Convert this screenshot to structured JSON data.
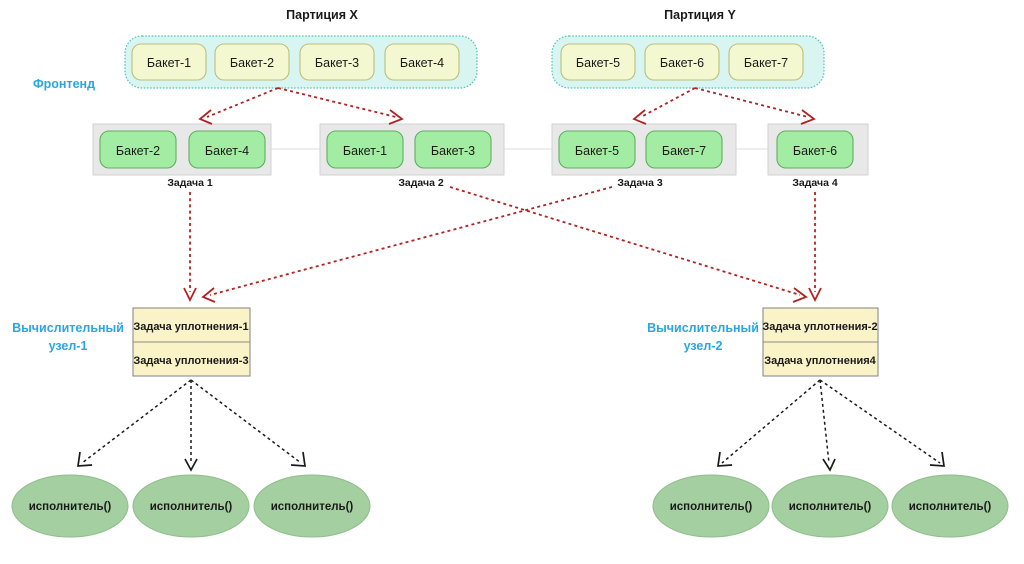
{
  "diagram": {
    "side_labels": {
      "frontend": "Фронтенд",
      "compute_node_1_line1": "Вычислительный",
      "compute_node_1_line2": "узел-1",
      "compute_node_2_line1": "Вычислительный",
      "compute_node_2_line2": "узел-2"
    },
    "partitions": [
      {
        "title": "Партиция X",
        "buckets": [
          "Бакет-1",
          "Бакет-2",
          "Бакет-3",
          "Бакет-4"
        ]
      },
      {
        "title": "Партиция Y",
        "buckets": [
          "Бакет-5",
          "Бакет-6",
          "Бакет-7"
        ]
      }
    ],
    "tasks": [
      {
        "label": "Задача 1",
        "buckets": [
          "Бакет-2",
          "Бакет-4"
        ]
      },
      {
        "label": "Задача 2",
        "buckets": [
          "Бакет-1",
          "Бакет-3"
        ]
      },
      {
        "label": "Задача 3",
        "buckets": [
          "Бакет-5",
          "Бакет-7"
        ]
      },
      {
        "label": "Задача 4",
        "buckets": [
          "Бакет-6"
        ]
      }
    ],
    "compute_nodes": [
      {
        "tasks": [
          "Задача уплотнения-1",
          "Задача уплотнения-3"
        ]
      },
      {
        "tasks": [
          "Задача уплотнения-2",
          "Задача уплотнения4"
        ]
      }
    ],
    "executors": {
      "label": "исполнитель()",
      "left_group": [
        "исполнитель()",
        "исполнитель()",
        "исполнитель()"
      ],
      "right_group": [
        "исполнитель()",
        "исполнитель()",
        "исполнитель()"
      ]
    },
    "colors": {
      "partition_fill": "#d9f5f2",
      "partition_stroke": "#4fc3c0",
      "frontend_bucket_fill": "#f4f8d0",
      "task_bucket_fill": "#a3eca3",
      "task_group_fill": "#e8e8e8",
      "node_fill": "#faf3c8",
      "executor_fill": "#a4cfa0",
      "label_blue": "#2ba6de",
      "arrow_red": "#b22222",
      "arrow_black": "#1a1a1a"
    }
  }
}
